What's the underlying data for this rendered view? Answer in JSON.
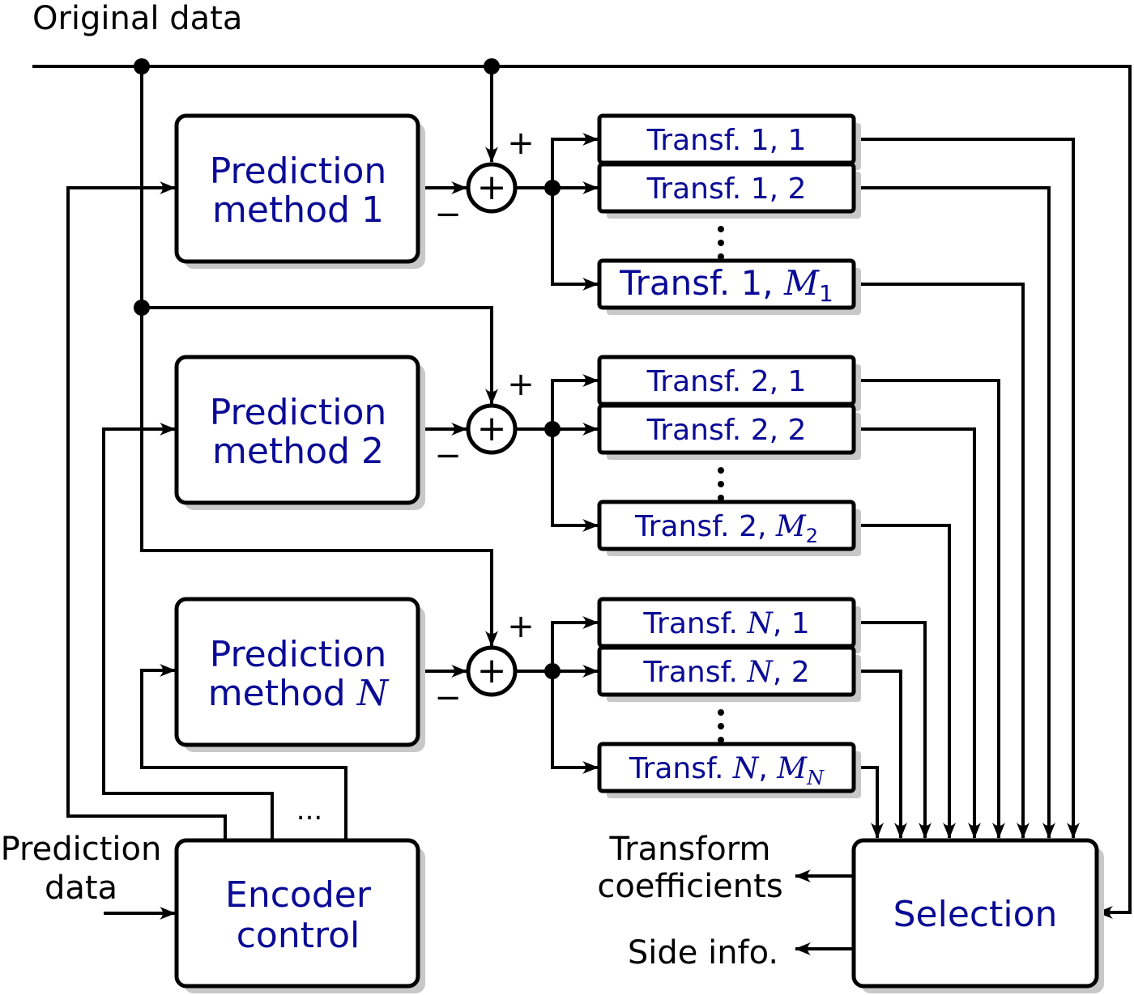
{
  "title": "Original data",
  "inputs": {
    "prediction_data": [
      "Prediction",
      "data"
    ],
    "ellipsis": "..."
  },
  "outputs": {
    "transform_coefficients": [
      "Transform",
      "coefficients"
    ],
    "side_info": "Side info."
  },
  "prediction_blocks": [
    {
      "line1": "Prediction",
      "line2_text": "method ",
      "line2_var": "",
      "line2_num": "1"
    },
    {
      "line1": "Prediction",
      "line2_text": "method ",
      "line2_var": "",
      "line2_num": "2"
    },
    {
      "line1": "Prediction",
      "line2_text": "method ",
      "line2_var": "N",
      "line2_num": ""
    }
  ],
  "summer": {
    "plus_sign": "+",
    "minus_sign": "−",
    "symbol": "+"
  },
  "transform_groups": [
    {
      "items": [
        {
          "prefix": "Transf. ",
          "var": "",
          "mid": "1, ",
          "sub_var": "",
          "last": "1"
        },
        {
          "prefix": "Transf. ",
          "var": "",
          "mid": "1, ",
          "sub_var": "",
          "last": "2"
        },
        {
          "prefix": "Transf. ",
          "var": "",
          "mid": "1, ",
          "sub_var": "M",
          "sub": "1",
          "last": ""
        }
      ]
    },
    {
      "items": [
        {
          "prefix": "Transf. ",
          "var": "",
          "mid": "2, ",
          "sub_var": "",
          "last": "1"
        },
        {
          "prefix": "Transf. ",
          "var": "",
          "mid": "2, ",
          "sub_var": "",
          "last": "2"
        },
        {
          "prefix": "Transf. ",
          "var": "",
          "mid": "2, ",
          "sub_var": "M",
          "sub": "2",
          "last": ""
        }
      ]
    },
    {
      "items": [
        {
          "prefix": "Transf. ",
          "var": "N",
          "mid": ", ",
          "sub_var": "",
          "last": "1"
        },
        {
          "prefix": "Transf. ",
          "var": "N",
          "mid": ", ",
          "sub_var": "",
          "last": "2"
        },
        {
          "prefix": "Transf. ",
          "var": "N",
          "mid": ", ",
          "sub_var": "M",
          "sub": "N",
          "last": ""
        }
      ]
    }
  ],
  "encoder_control": [
    "Encoder",
    "control"
  ],
  "selection": "Selection",
  "colors": {
    "block_text": "#0a0a96",
    "line": "#000000",
    "shadow": "#c8c8c8"
  }
}
